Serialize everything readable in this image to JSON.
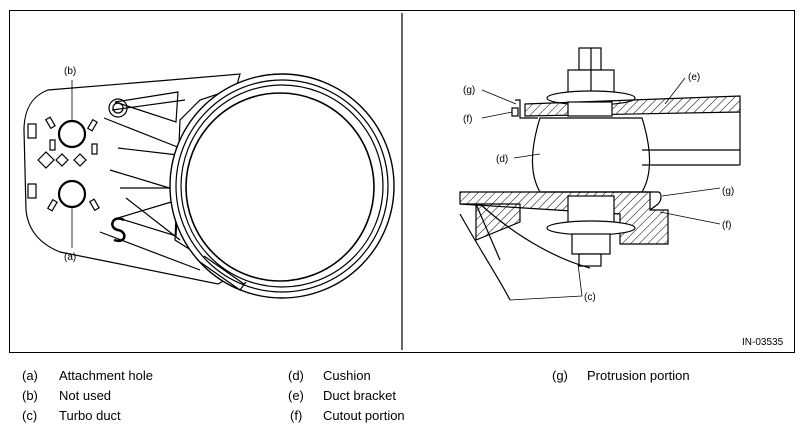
{
  "figure": {
    "id_label": "IN-03535",
    "callouts": {
      "left": {
        "a": "(a)",
        "b": "(b)"
      },
      "right": {
        "c": "(c)",
        "d": "(d)",
        "e": "(e)",
        "f_top": "(f)",
        "f_bottom": "(f)",
        "g_top": "(g)",
        "g_bottom": "(g)"
      }
    }
  },
  "legend": [
    {
      "code": "(a)",
      "text": "Attachment hole"
    },
    {
      "code": "(b)",
      "text": "Not used"
    },
    {
      "code": "(c)",
      "text": "Turbo duct"
    },
    {
      "code": "(d)",
      "text": "Cushion"
    },
    {
      "code": "(e)",
      "text": "Duct bracket"
    },
    {
      "code": "(f)",
      "text": "Cutout portion"
    },
    {
      "code": "(g)",
      "text": "Protrusion portion"
    }
  ]
}
